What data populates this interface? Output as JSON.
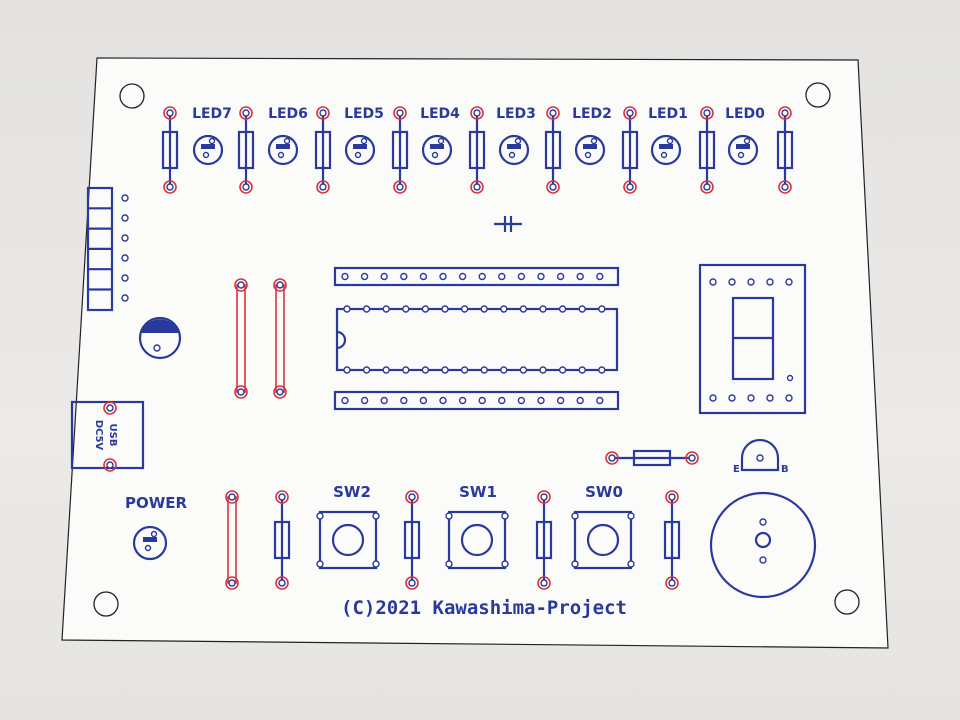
{
  "board": {
    "led_labels": [
      "LED7",
      "LED6",
      "LED5",
      "LED4",
      "LED3",
      "LED2",
      "LED1",
      "LED0"
    ],
    "switch_labels": [
      "SW2",
      "SW1",
      "SW0"
    ],
    "power_label": "POWER",
    "usb_labels": [
      "DC5V",
      "USB"
    ],
    "transistor_labels": [
      "E",
      "B"
    ],
    "copyright": "(C)2021 Kawashima-Project"
  },
  "colors": {
    "silk": "#2a3a9c",
    "copper": "#d8333f",
    "paper": "#fbfbfa"
  }
}
